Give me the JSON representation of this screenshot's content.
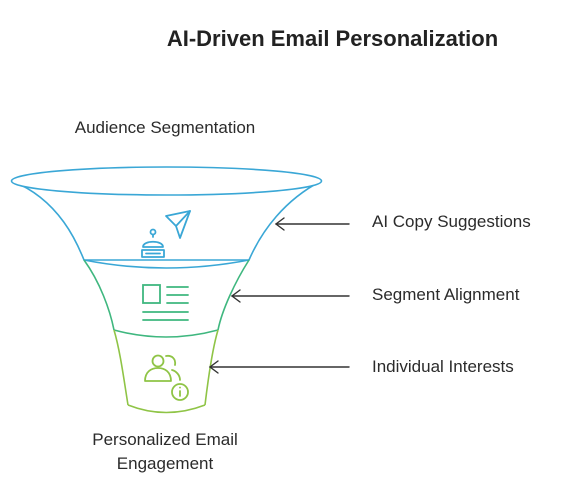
{
  "title": "AI-Driven Email Personalization",
  "funnel": {
    "top_label": "Audience Segmentation",
    "bottom_label_line1": "Personalized Email",
    "bottom_label_line2": "Engagement",
    "stages": [
      {
        "label": "AI Copy Suggestions",
        "icon": "robot-send-icon",
        "color": "#3aa7d6"
      },
      {
        "label": "Segment Alignment",
        "icon": "document-layout-icon",
        "color": "#3fb77f"
      },
      {
        "label": "Individual Interests",
        "icon": "users-info-icon",
        "color": "#8fc446"
      }
    ]
  }
}
